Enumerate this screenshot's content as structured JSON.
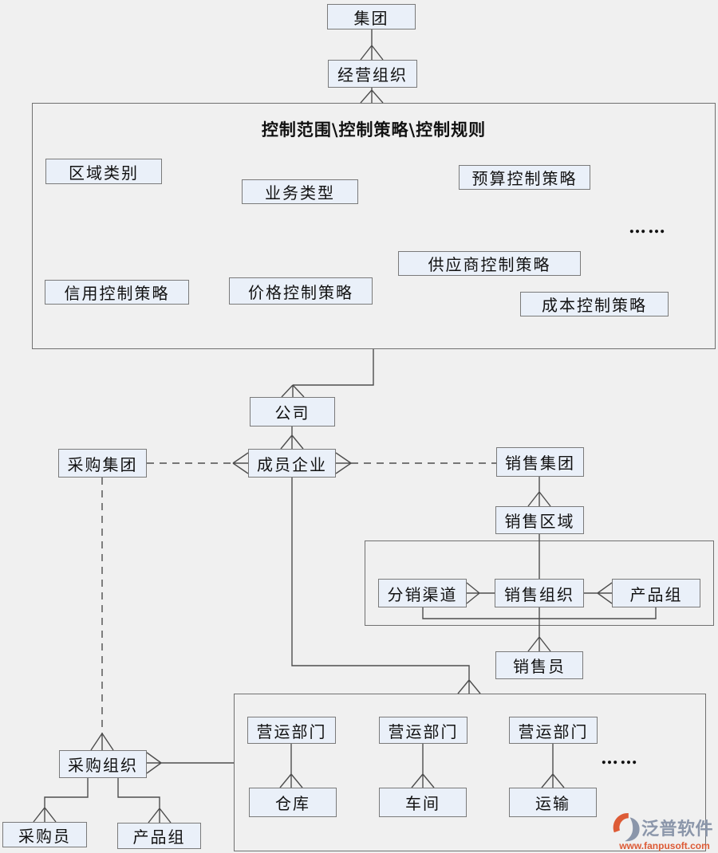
{
  "colors": {
    "background": "#f0f0f0",
    "node_fill": "#eaf0f9",
    "node_border": "#7a7a7a",
    "frame_border": "#707070",
    "line": "#4d4d4d",
    "text": "#111111",
    "logo_text": "#8b96aa",
    "logo_accent": "#dd5b36"
  },
  "nodes": {
    "group": "集团",
    "business_org": "经营组织",
    "control_title": "控制范围\\控制策略\\控制规则",
    "region_type": "区域类别",
    "business_type": "业务类型",
    "budget_control": "预算控制策略",
    "supplier_control": "供应商控制策略",
    "credit_control": "信用控制策略",
    "price_control": "价格控制策略",
    "cost_control": "成本控制策略",
    "ellipsis": "……",
    "company": "公司",
    "purchasing_group": "采购集团",
    "member_enterprise": "成员企业",
    "sales_group": "销售集团",
    "sales_region": "销售区域",
    "distribution_channel": "分销渠道",
    "sales_org": "销售组织",
    "product_group_sales": "产品组",
    "salesman": "销售员",
    "operations_dept": "营运部门",
    "warehouse": "仓库",
    "workshop": "车间",
    "transport": "运输",
    "purchasing_org": "采购组织",
    "buyer": "采购员",
    "product_group_purchasing": "产品组"
  },
  "logo": {
    "brand": "泛普软件",
    "url": "www.fanpusoft.com"
  }
}
